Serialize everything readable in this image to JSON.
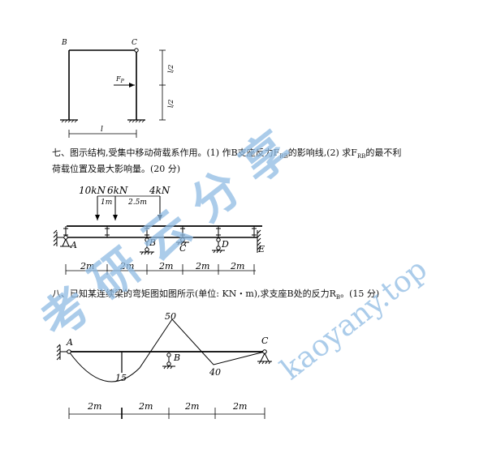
{
  "fig1": {
    "label_b": "B",
    "label_c": "C",
    "label_fp": "F",
    "label_fp_sub": "P",
    "dim_top": "l/2",
    "dim_bottom": "l/2",
    "dim_span": "l"
  },
  "q7": {
    "line1_pre": "七、图示结构,受集中移动荷载系作用。(1) 作B支座反力F",
    "line1_sub1": "RB",
    "line1_mid": "的影响线,(2) 求F",
    "line1_sub2": "RB",
    "line1_post": "的最不利",
    "line2": "荷载位置及最大影响量。(20 分)",
    "loads": [
      "10kN",
      "6kN",
      "4kN"
    ],
    "load_gaps": [
      "1m",
      "2.5m"
    ],
    "supports": [
      "A",
      "B",
      "C",
      "D",
      "E"
    ],
    "spans": [
      "2m",
      "2m",
      "2m",
      "2m",
      "2m"
    ]
  },
  "q8": {
    "text_pre": "八、已知某连续梁的弯矩图如图所示(单位: KN・m),求支座B处的反力R",
    "text_sub": "B",
    "text_post": "。(15 分)",
    "moments": [
      "50",
      "15",
      "40"
    ],
    "supports": [
      "A",
      "B",
      "C"
    ],
    "spans": [
      "2m",
      "2m",
      "2m",
      "2m"
    ]
  },
  "watermark": {
    "cn": "考 研 云 分 享",
    "url": "kaoyany.top",
    "color": "#8fbbe3"
  }
}
